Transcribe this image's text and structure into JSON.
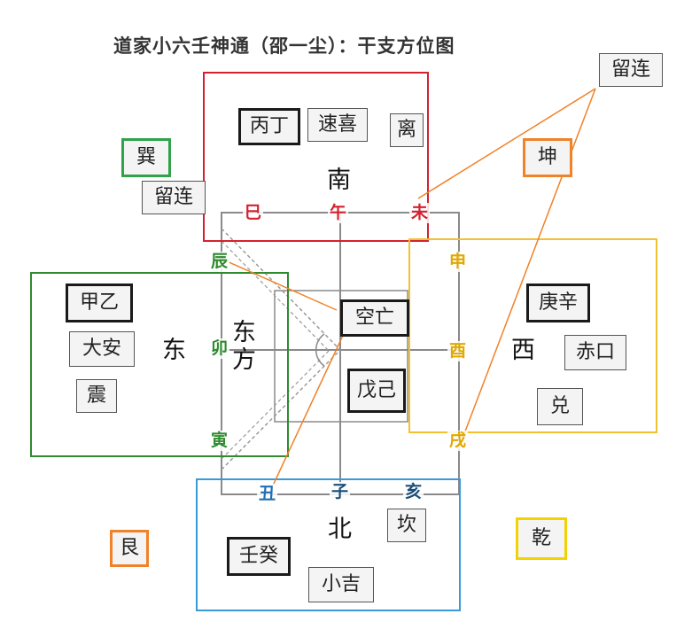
{
  "title": "道家小六壬神通（邵一尘）：干支方位图",
  "directions": {
    "south": "南",
    "east": "东",
    "east_fang": "东方",
    "west": "西",
    "north": "北"
  },
  "branches": {
    "si": "巳",
    "wu": "午",
    "wei": "未",
    "shen": "申",
    "you": "酉",
    "xu": "戌",
    "hai": "亥",
    "zi": "子",
    "chou": "丑",
    "yin": "寅",
    "mao": "卯",
    "chen": "辰"
  },
  "south_group": {
    "stems": "丙丁",
    "palace": "速喜",
    "trigram": "离"
  },
  "east_group": {
    "stems": "甲乙",
    "palace": "大安",
    "trigram": "震"
  },
  "west_group": {
    "stems": "庚辛",
    "palace": "赤口",
    "trigram": "兑"
  },
  "north_group": {
    "stems": "壬癸",
    "palace": "小吉",
    "trigram": "坎"
  },
  "center_group": {
    "palace": "空亡",
    "stems": "戊己"
  },
  "corners": {
    "xun": "巽",
    "xun_palace": "留连",
    "kun": "坤",
    "gen": "艮",
    "qian": "乾",
    "liulian_top_right": "留连"
  },
  "colors": {
    "south": "#d4212f",
    "east": "#2e8b2e",
    "west": "#f2c12e",
    "north": "#3a9ad9",
    "orange": "#f08228",
    "green": "#2fa24a",
    "yellow": "#f2d200"
  }
}
